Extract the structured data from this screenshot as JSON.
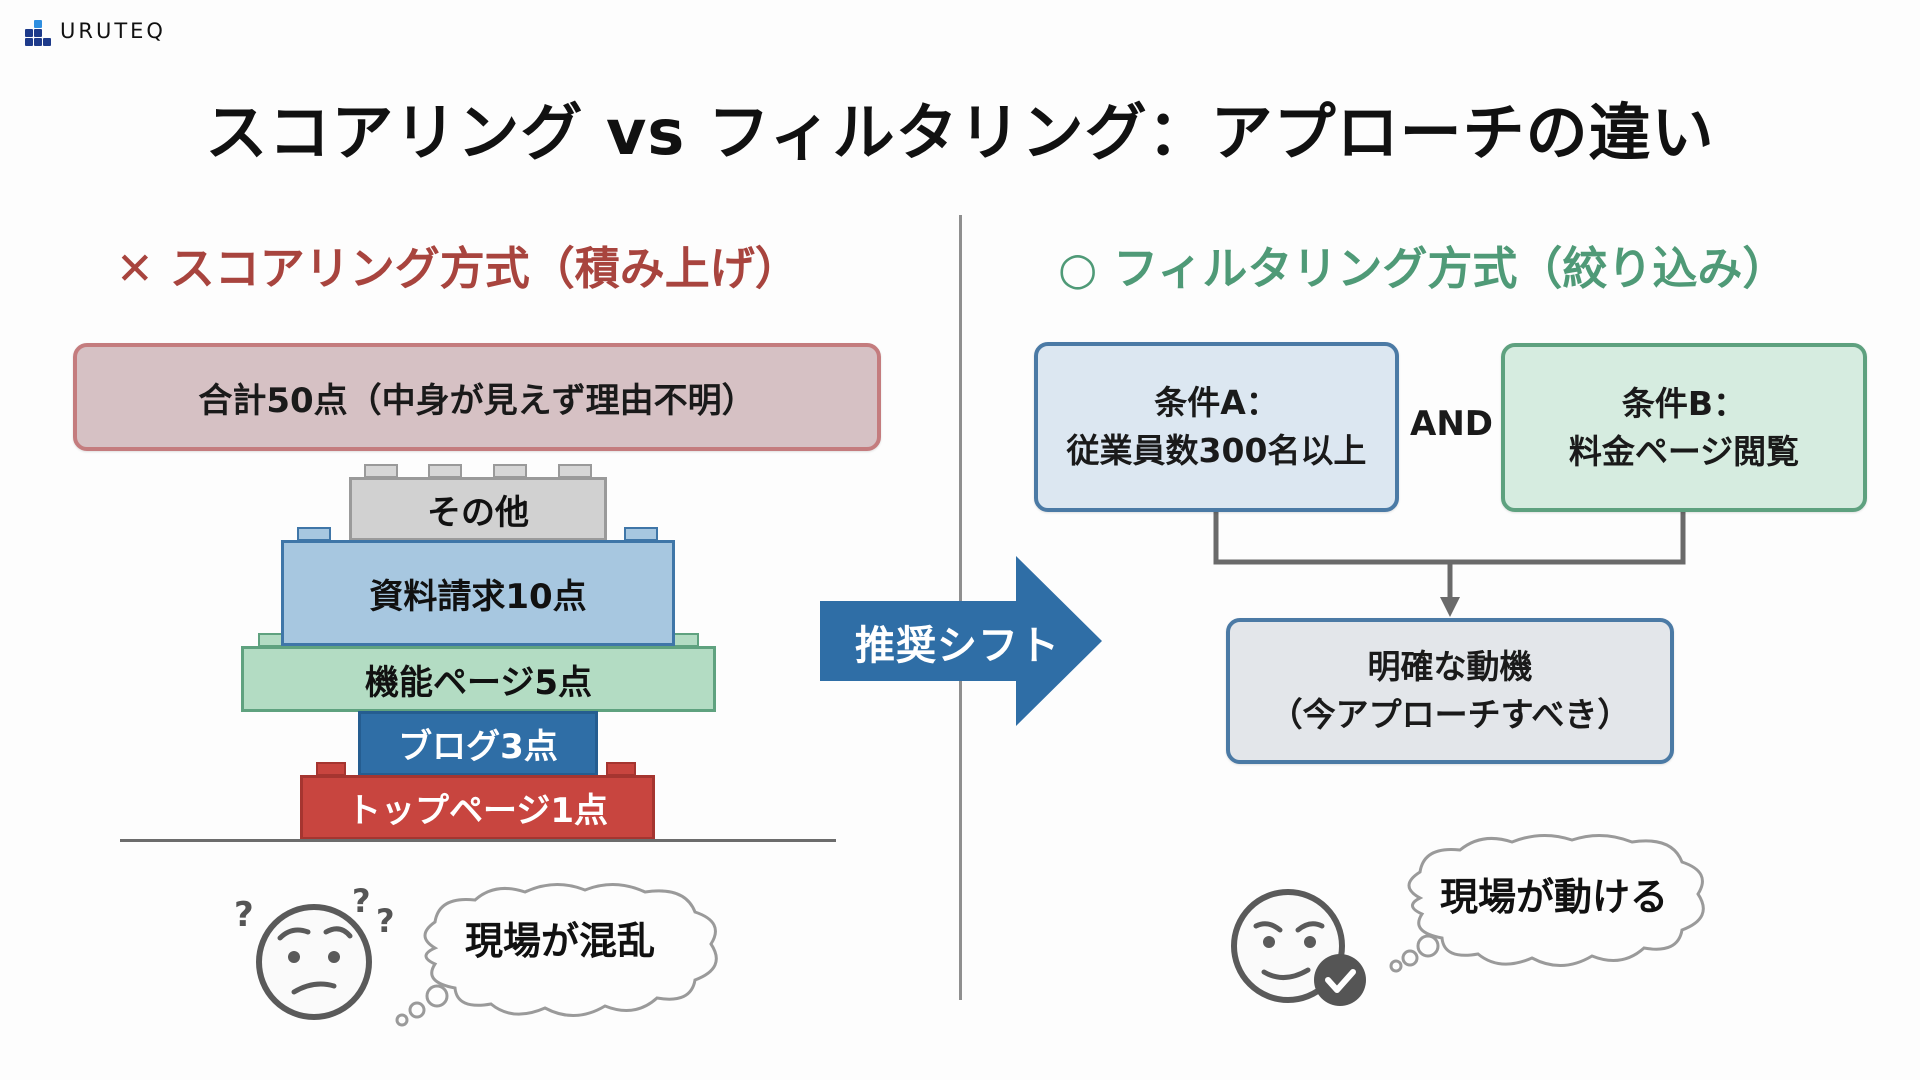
{
  "brand": {
    "name": "URUTEQ",
    "logo_icon": "stacked-blocks-logo",
    "colors": {
      "primary": "#1d3a8a",
      "accent": "#2f8fe0"
    }
  },
  "title": "スコアリング vs フィルタリング：アプローチの違い",
  "left": {
    "mark": "✕",
    "heading": "スコアリング方式（積み上げ）",
    "color": "#a8443e",
    "total_label": "合計50点（中身が見えず理由不明）",
    "blocks": [
      {
        "label": "その他",
        "color": "#d1d1d1"
      },
      {
        "label": "資料請求10点",
        "color": "#a7c7e0"
      },
      {
        "label": "機能ページ5点",
        "color": "#b3dcc3"
      },
      {
        "label": "ブログ3点",
        "color": "#2f6ea6"
      },
      {
        "label": "トップページ1点",
        "color": "#c8453f"
      }
    ],
    "face_icon": "confused-face-icon",
    "thought": "現場が混乱"
  },
  "center": {
    "arrow_label": "推奨シフト",
    "arrow_color": "#2f6ea6"
  },
  "right": {
    "mark": "○",
    "heading": "フィルタリング方式（絞り込み）",
    "color": "#4f9a77",
    "condition_a": {
      "title": "条件A：",
      "detail": "従業員数300名以上"
    },
    "operator": "AND",
    "condition_b": {
      "title": "条件B：",
      "detail": "料金ページ閲覧"
    },
    "result": {
      "title": "明確な動機",
      "detail": "（今アプローチすべき）"
    },
    "face_icon": "confident-face-check-icon",
    "thought": "現場が動ける"
  }
}
